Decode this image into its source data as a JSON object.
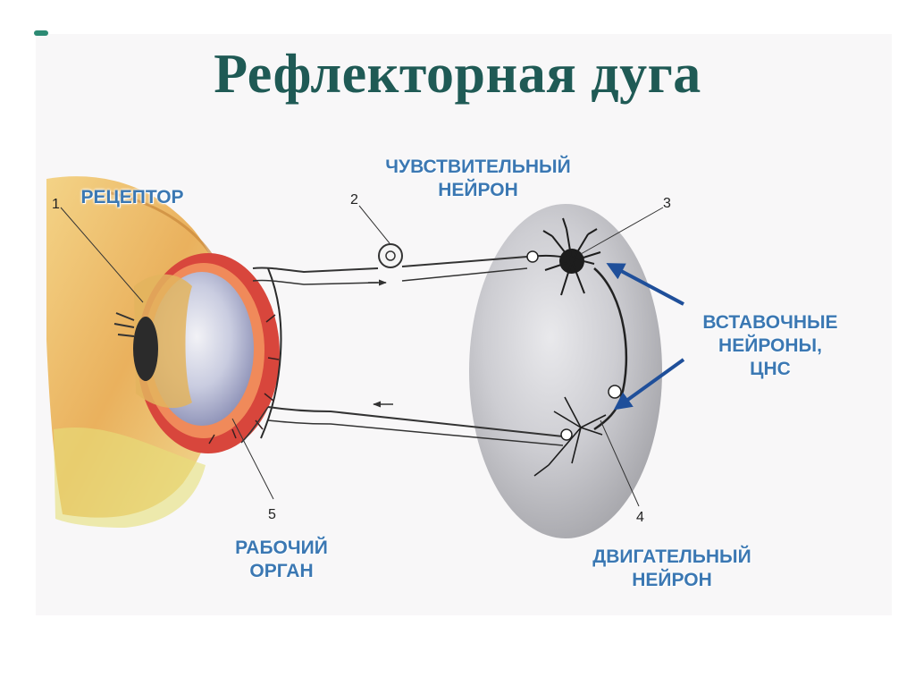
{
  "title": "Рефлекторная дуга",
  "labels": {
    "receptor": "РЕЦЕПТОР",
    "sensory_neuron_line1": "ЧУВСТВИТЕЛЬНЫЙ",
    "sensory_neuron_line2": "НЕЙРОН",
    "interneurons_line1": "ВСТАВОЧНЫЕ",
    "interneurons_line2": "НЕЙРОНЫ,",
    "interneurons_line3": "ЦНС",
    "working_organ_line1": "РАБОЧИЙ",
    "working_organ_line2": "ОРГАН",
    "motor_neuron_line1": "ДВИГАТЕЛЬНЫЙ",
    "motor_neuron_line2": "НЕЙРОН"
  },
  "numbers": {
    "n1": "1",
    "n2": "2",
    "n3": "3",
    "n4": "4",
    "n5": "5"
  },
  "colors": {
    "title": "#1f5a55",
    "label": "#3b78b3",
    "arrow": "#1f4f9a",
    "eye_red": "#d8463c",
    "eye_skin": "#e8b35a",
    "cns_gray": "#b9b9bd"
  }
}
